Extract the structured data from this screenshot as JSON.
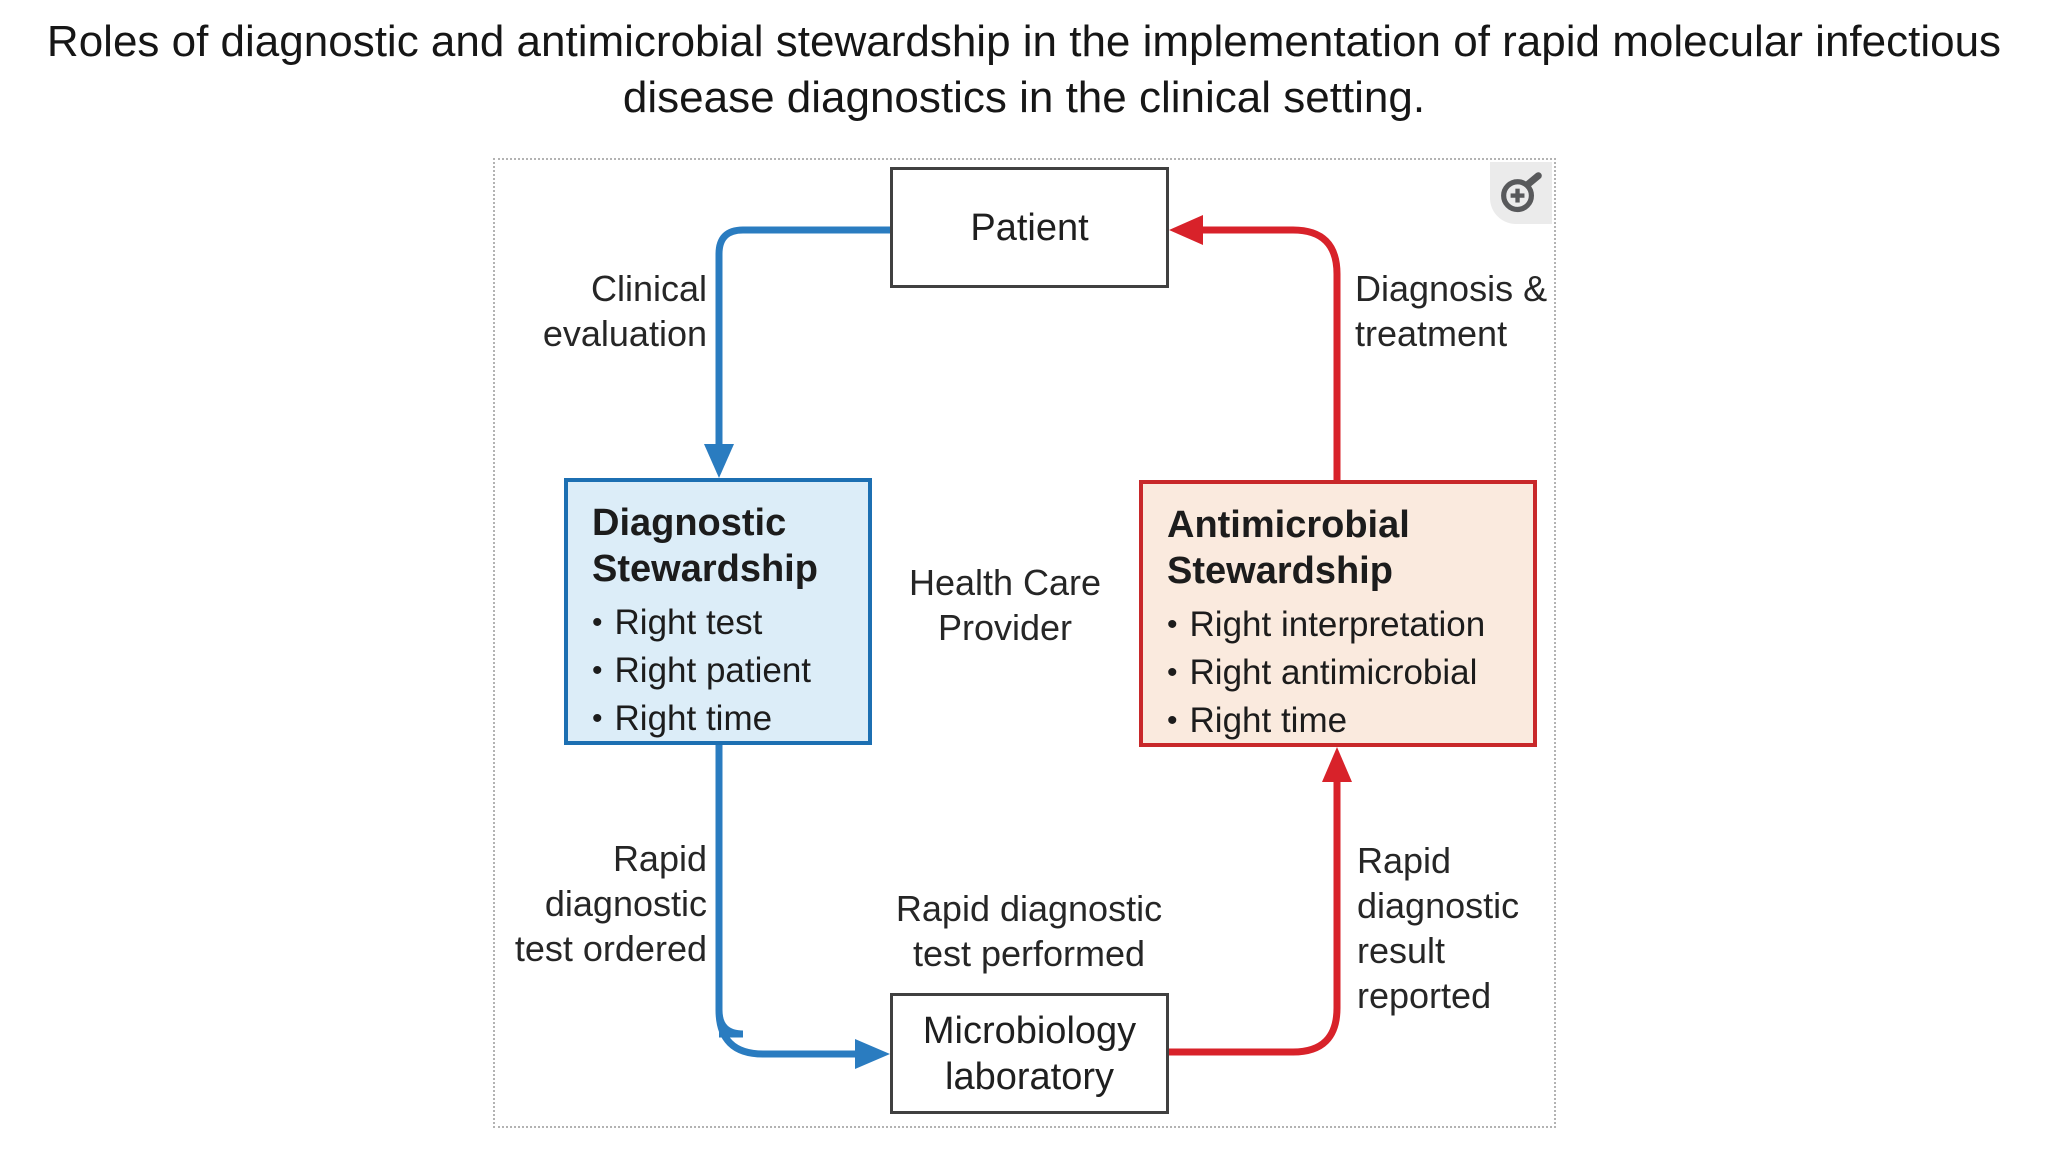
{
  "title": "Roles of diagnostic and antimicrobial stewardship in the implementation of rapid molecular infectious disease diagnostics in the clinical setting.",
  "figure": {
    "zoom_icon": "magnifier-plus-icon",
    "nodes": {
      "patient": {
        "label": "Patient"
      },
      "microbiology": {
        "label": "Microbiology laboratory"
      },
      "provider": {
        "label": "Health Care Provider"
      },
      "diagnostic": {
        "title": "Diagnostic Stewardship",
        "bullets": [
          "Right test",
          "Right patient",
          "Right time"
        ]
      },
      "antimicrobial": {
        "title": "Antimicrobial Stewardship",
        "bullets": [
          "Right interpretation",
          "Right antimicrobial",
          "Right time"
        ]
      }
    },
    "edge_labels": {
      "clinical_evaluation": "Clinical evaluation",
      "diagnosis_treatment": "Diagnosis & treatment",
      "test_ordered": "Rapid diagnostic test ordered",
      "test_performed": "Rapid diagnostic test performed",
      "result_reported": "Rapid diagnostic result reported"
    },
    "colors": {
      "blue_border": "#1c6fb2",
      "blue_fill": "#dcedf8",
      "blue_arrow": "#2a7cc0",
      "red_border": "#c8282a",
      "red_fill": "#faeade",
      "red_arrow": "#d8222a",
      "node_border": "#404040",
      "dotted": "#b3b3b3",
      "icon_bg": "#ebebeb",
      "icon_gray": "#58595b"
    }
  }
}
